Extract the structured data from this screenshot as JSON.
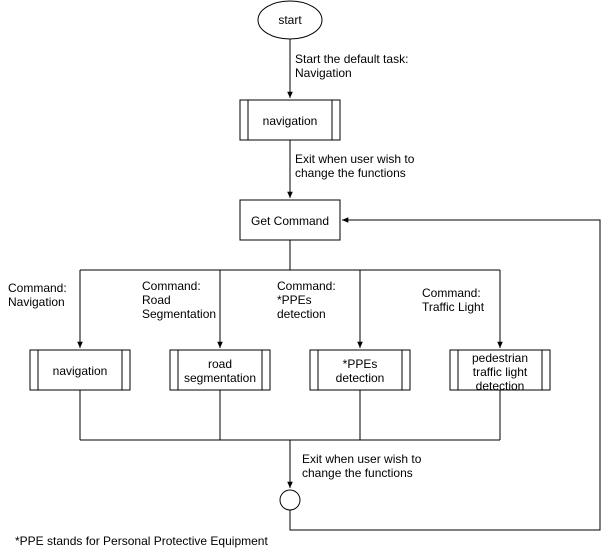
{
  "nodes": {
    "start": "start",
    "navigation_top": "navigation",
    "get_command": "Get Command",
    "navigation": "navigation",
    "road_segmentation": [
      "road",
      "segmentation"
    ],
    "ppes_detection": [
      "*PPEs",
      "detection"
    ],
    "pedestrian_detection": [
      "pedestrian",
      "traffic light",
      "detection"
    ]
  },
  "edge_labels": {
    "start_task": [
      "Start the default task:",
      "Navigation"
    ],
    "exit_top": [
      "Exit when user wish to",
      "change the functions"
    ],
    "cmd_navigation": [
      "Command:",
      "Navigation"
    ],
    "cmd_road": [
      "Command:",
      "Road",
      "Segmentation"
    ],
    "cmd_ppes": [
      "Command:",
      "*PPEs",
      "detection"
    ],
    "cmd_traffic": [
      "Command:",
      "Traffic Light"
    ],
    "exit_bottom": [
      "Exit when user wish to",
      "change the functions"
    ]
  },
  "footnote": "*PPE stands for Personal Protective Equipment"
}
